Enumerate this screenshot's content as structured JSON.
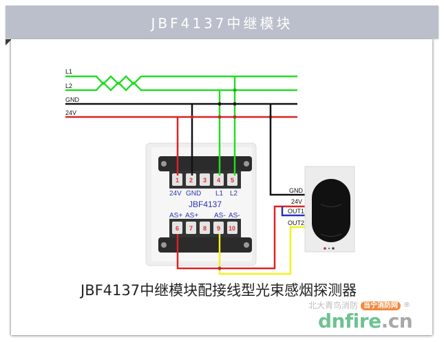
{
  "header": {
    "title": "JBF4137中继模块"
  },
  "diagram": {
    "bus_labels": [
      "L1",
      "L2",
      "GND",
      "24V"
    ],
    "module": {
      "name": "JBF4137",
      "top_terminals": [
        {
          "number": "1",
          "label": "24V"
        },
        {
          "number": "2",
          "label": "GND"
        },
        {
          "number": "3",
          "label": ""
        },
        {
          "number": "4",
          "label": "L1"
        },
        {
          "number": "5",
          "label": "L2"
        }
      ],
      "bottom_terminals": [
        {
          "number": "6",
          "label": "AS+"
        },
        {
          "number": "7",
          "label": "AS+"
        },
        {
          "number": "8",
          "label": ""
        },
        {
          "number": "9",
          "label": "AS-"
        },
        {
          "number": "10",
          "label": "AS-"
        }
      ]
    },
    "detector_labels": [
      "GND",
      "24V",
      "OUT1",
      "OUT2"
    ],
    "wire_colors": {
      "L": "#22dd22",
      "GND": "#111111",
      "24V": "#dd2222",
      "OUT1": "#2233bb",
      "OUT2": "#f2f21a"
    }
  },
  "caption": "JBF4137中继模块配接线型光束感烟探测器",
  "watermark": {
    "account": "北大青鸟消防",
    "badge": "当宁消防网",
    "registered": "®",
    "site_main": "dnfire",
    "site_tld": ".cn"
  }
}
